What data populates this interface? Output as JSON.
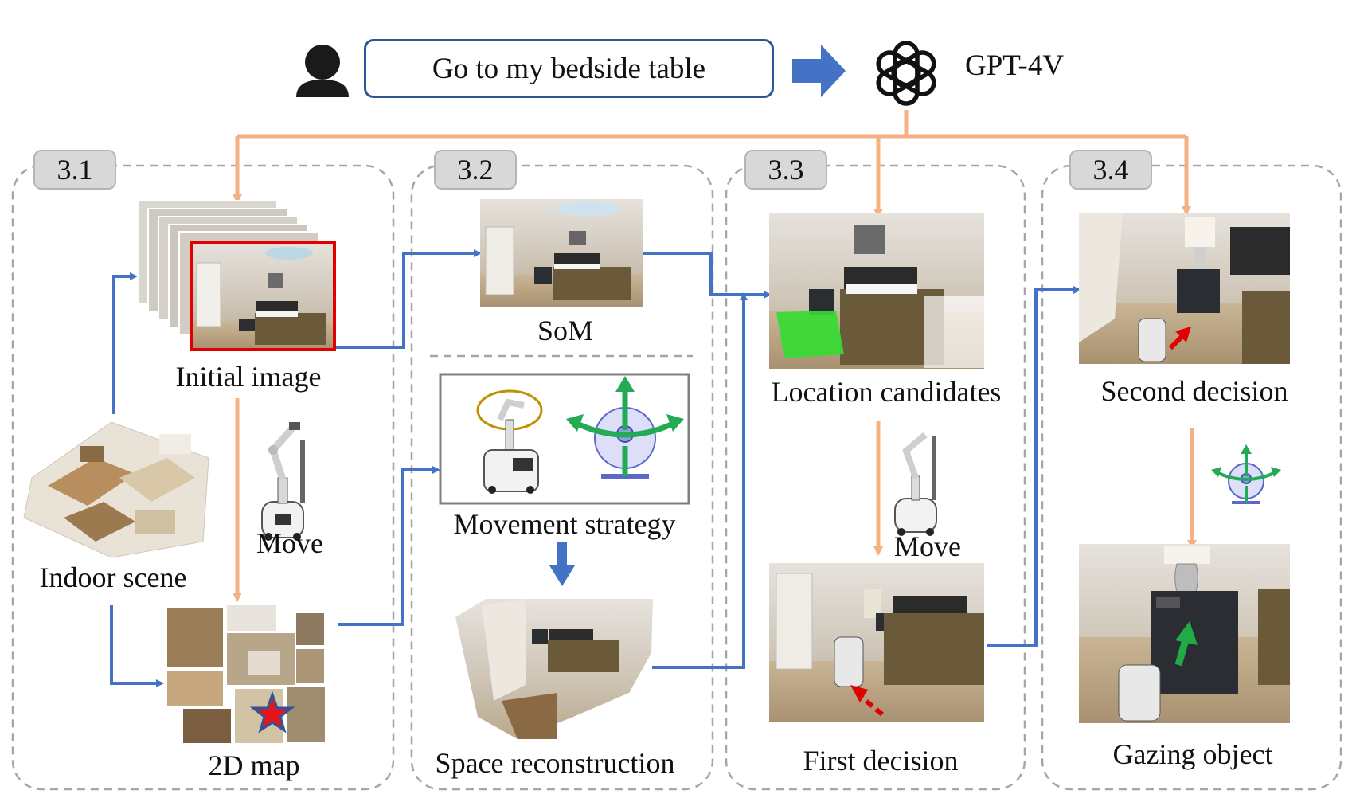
{
  "header": {
    "instruction": "Go to my bedside table",
    "model": "GPT-4V",
    "user_icon": "user-icon",
    "model_icon": "openai-logo-icon"
  },
  "sections": [
    {
      "id": "3.1"
    },
    {
      "id": "3.2"
    },
    {
      "id": "3.3"
    },
    {
      "id": "3.4"
    }
  ],
  "labels": {
    "initial_image": "Initial image",
    "indoor_scene": "Indoor scene",
    "move_1": "Move",
    "map_2d": "2D map",
    "som": "SoM",
    "movement_strategy": "Movement strategy",
    "space_reconstruction": "Space reconstruction",
    "location_candidates": "Location candidates",
    "move_2": "Move",
    "first_decision": "First decision",
    "second_decision": "Second decision",
    "gazing_object": "Gazing object"
  },
  "colors": {
    "flow_blue": "#4472c4",
    "gpt_orange": "#f4b183",
    "section_border": "#a6a6a6",
    "highlight_red": "#e00000",
    "candidate_green": "#33dd33",
    "strategy_green": "#22aa55"
  }
}
